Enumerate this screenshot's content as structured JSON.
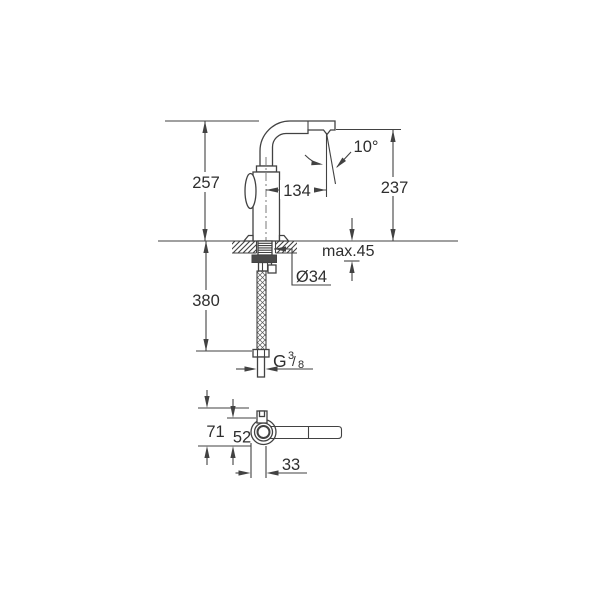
{
  "drawing": {
    "title": "faucet-dimensional-drawing",
    "front_view": {
      "overall_height": "257",
      "spout_reach": "134",
      "outlet_height": "237",
      "spray_angle": "10°",
      "max_deck_thickness": "max.45",
      "hole_diameter": "Ø34",
      "hose_length": "380",
      "thread": {
        "letter": "G",
        "numerator": "3",
        "slash": "/",
        "denominator": "8"
      }
    },
    "top_view": {
      "overall_depth": "71",
      "body_depth": "52",
      "center_offset": "33"
    },
    "colors": {
      "line": "#424242",
      "text": "#2e2e2e",
      "background": "#ffffff"
    }
  }
}
